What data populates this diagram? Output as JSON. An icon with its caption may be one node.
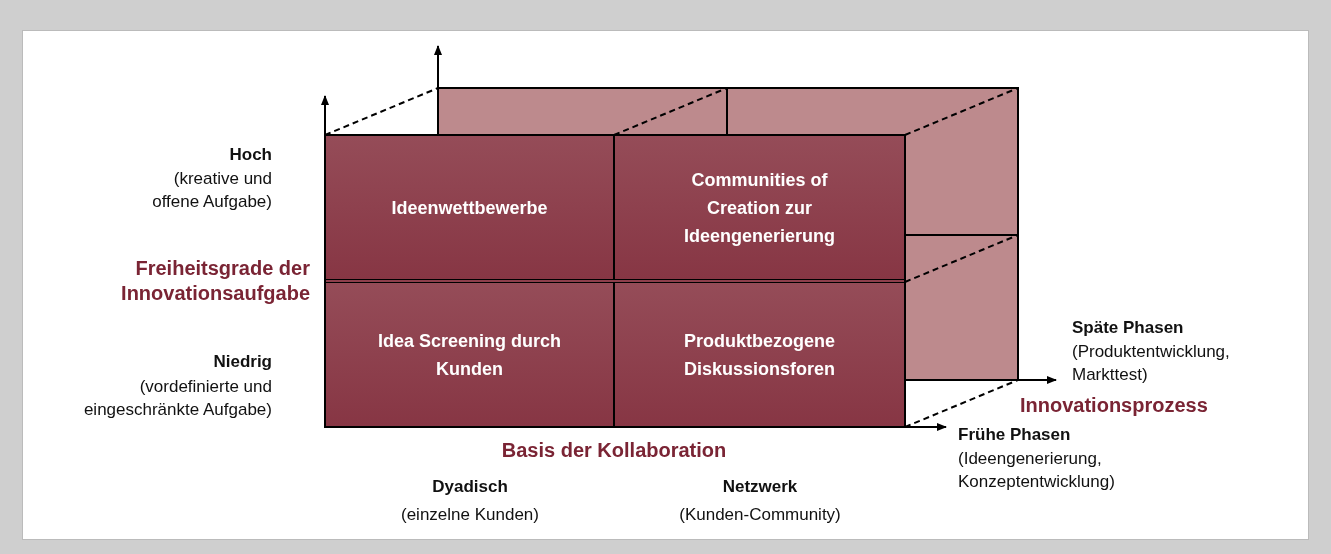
{
  "diagram": {
    "nodes": [
      {
        "text": [
          "Ideenwettbewerbe"
        ]
      },
      {
        "text": [
          "Communities of Creation zur Ideengenerierung"
        ]
      },
      {
        "text": [
          "Idea Screening durch Kunden"
        ]
      },
      {
        "text": [
          "Produktbezogene Diskussionsforen"
        ]
      }
    ],
    "edges": [],
    "labels": [
      "Hoch",
      "(kreative und offene Aufgabe)",
      "Freiheitsgrade der Innovationsaufgabe",
      "Späte Phasen",
      "(Produktentwicklung, Markttest)",
      "Niedrig",
      "(vordefinierte und eingeschränkte Aufgabe)",
      "Innovationsprozess",
      "Frühe Phasen",
      "(Ideengenerierung, Konzeptentwicklung)",
      "Basis der Kollaboration",
      "Dyadisch",
      "(einzelne Kunden)",
      "Netzwerk",
      "(Kunden-Community)"
    ]
  }
}
